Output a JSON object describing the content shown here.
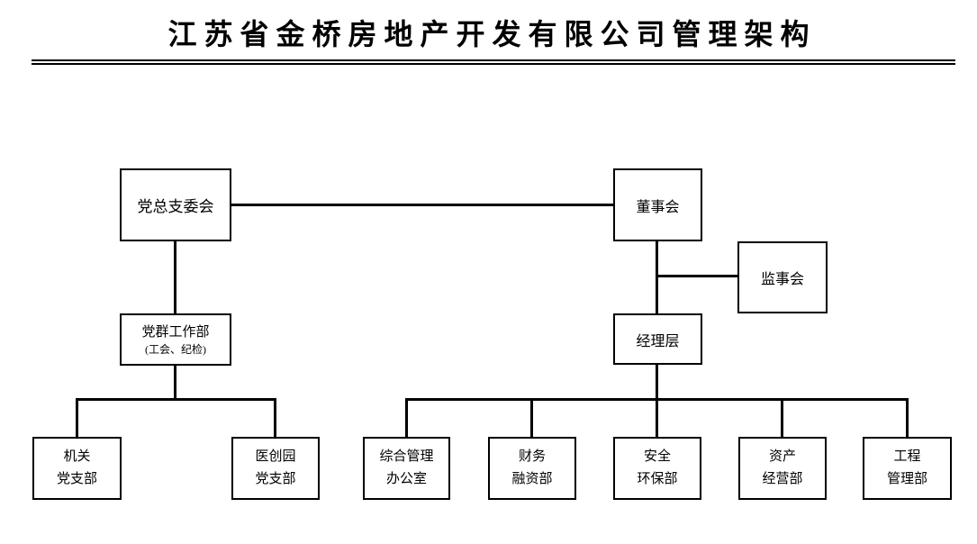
{
  "title": "江苏省金桥房地产开发有限公司管理架构",
  "colors": {
    "line": "#000000",
    "background": "#ffffff",
    "text": "#000000"
  },
  "nodes": {
    "party_committee": {
      "label": "党总支委会"
    },
    "board_of_directors": {
      "label": "董事会"
    },
    "supervisory_board": {
      "label": "监事会"
    },
    "party_masses_dept": {
      "label": "党群工作部",
      "sublabel": "(工会、纪检)"
    },
    "management_team": {
      "label": "经理层"
    },
    "organ_party_branch": {
      "line1": "机关",
      "line2": "党支部"
    },
    "yichuangyuan_party_branch": {
      "line1": "医创园",
      "line2": "党支部"
    },
    "general_admin_office": {
      "line1": "综合管理",
      "line2": "办公室"
    },
    "finance_financing_dept": {
      "line1": "财务",
      "line2": "融资部"
    },
    "safety_env_dept": {
      "line1": "安全",
      "line2": "环保部"
    },
    "asset_operation_dept": {
      "line1": "资产",
      "line2": "经营部"
    },
    "engineering_mgmt_dept": {
      "line1": "工程",
      "line2": "管理部"
    }
  }
}
